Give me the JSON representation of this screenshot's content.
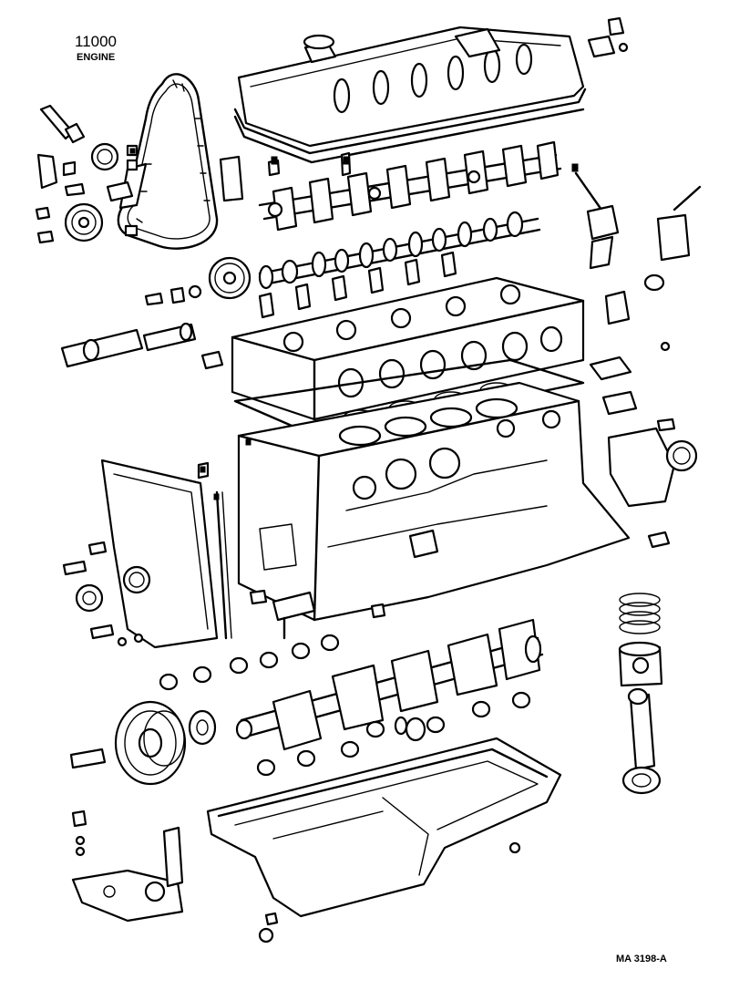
{
  "diagram": {
    "code": "11000",
    "subtitle": "ENGINE",
    "reference": "MA 3198-A"
  },
  "colors": {
    "ink": "#000000",
    "paper": "#ffffff"
  }
}
